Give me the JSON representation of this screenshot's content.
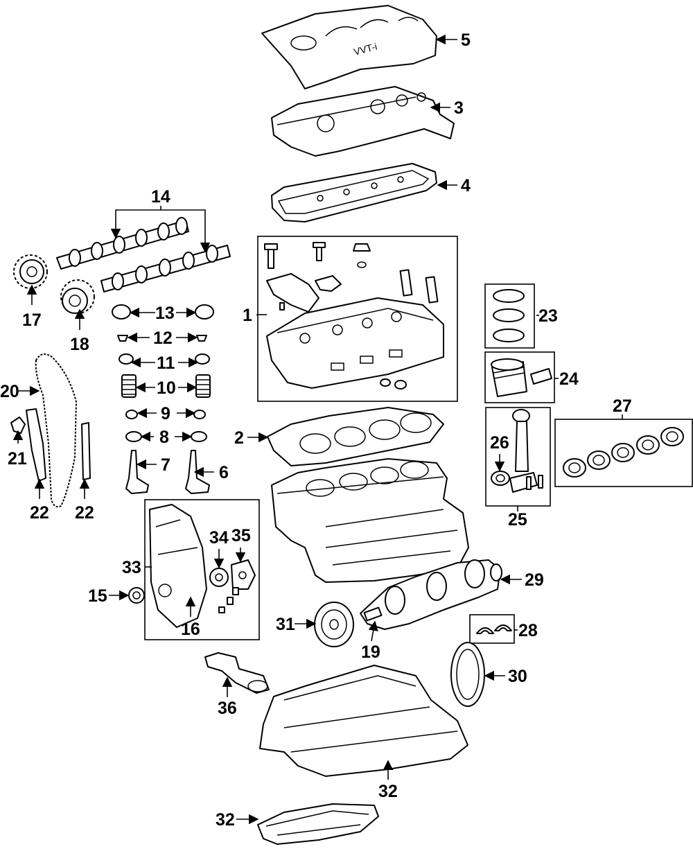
{
  "diagram": {
    "callouts": {
      "c1": "1",
      "c2": "2",
      "c3": "3",
      "c4": "4",
      "c5": "5",
      "c6": "6",
      "c7": "7",
      "c8": "8",
      "c9": "9",
      "c10": "10",
      "c11": "11",
      "c12": "12",
      "c13": "13",
      "c14": "14",
      "c15": "15",
      "c16": "16",
      "c17": "17",
      "c18": "18",
      "c19": "19",
      "c20": "20",
      "c21": "21",
      "c22a": "22",
      "c22b": "22",
      "c23": "23",
      "c24": "24",
      "c25": "25",
      "c26": "26",
      "c27": "27",
      "c28": "28",
      "c29": "29",
      "c30": "30",
      "c31": "31",
      "c32a": "32",
      "c32b": "32",
      "c33": "33",
      "c34": "34",
      "c35": "35",
      "c36": "36"
    },
    "cover_lettering": "VVT-i",
    "line_color": "#000000",
    "background_color": "#ffffff"
  }
}
